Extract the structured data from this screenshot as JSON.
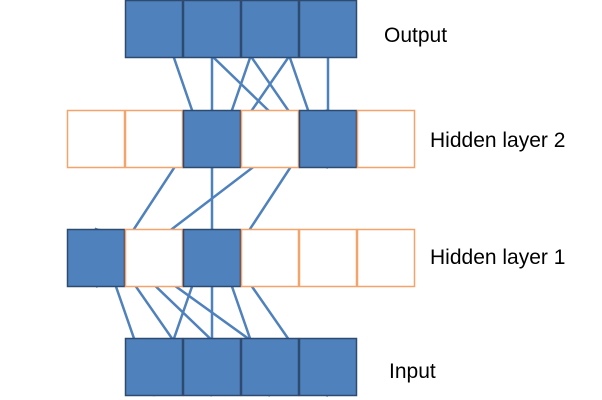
{
  "colors": {
    "active_fill": "#4f81bd",
    "active_stroke": "#2e4a6f",
    "inactive_stroke": "#f4a46a",
    "inactive_fill": "#ffffff",
    "edge": "#4f81bd"
  },
  "layers": [
    {
      "id": "output",
      "label": "Output",
      "units": [
        {
          "active": true
        },
        {
          "active": true
        },
        {
          "active": true
        },
        {
          "active": true
        }
      ]
    },
    {
      "id": "hidden2",
      "label": "Hidden layer 2",
      "units": [
        {
          "active": false
        },
        {
          "active": false
        },
        {
          "active": true
        },
        {
          "active": false
        },
        {
          "active": true
        },
        {
          "active": false
        }
      ]
    },
    {
      "id": "hidden1",
      "label": "Hidden layer 1",
      "units": [
        {
          "active": true
        },
        {
          "active": false
        },
        {
          "active": true
        },
        {
          "active": false
        },
        {
          "active": false
        },
        {
          "active": false
        }
      ]
    },
    {
      "id": "input",
      "label": "Input",
      "units": [
        {
          "active": true
        },
        {
          "active": true
        },
        {
          "active": true
        },
        {
          "active": true
        }
      ]
    }
  ],
  "connections": [
    {
      "from_layer": "input",
      "from_unit": 0,
      "to_layer": "hidden1",
      "to_unit": 0
    },
    {
      "from_layer": "input",
      "from_unit": 1,
      "to_layer": "hidden1",
      "to_unit": 0
    },
    {
      "from_layer": "input",
      "from_unit": 2,
      "to_layer": "hidden1",
      "to_unit": 0
    },
    {
      "from_layer": "input",
      "from_unit": 3,
      "to_layer": "hidden1",
      "to_unit": 0
    },
    {
      "from_layer": "input",
      "from_unit": 0,
      "to_layer": "hidden1",
      "to_unit": 2
    },
    {
      "from_layer": "input",
      "from_unit": 1,
      "to_layer": "hidden1",
      "to_unit": 2
    },
    {
      "from_layer": "input",
      "from_unit": 2,
      "to_layer": "hidden1",
      "to_unit": 2
    },
    {
      "from_layer": "input",
      "from_unit": 3,
      "to_layer": "hidden1",
      "to_unit": 2
    },
    {
      "from_layer": "hidden1",
      "from_unit": 0,
      "to_layer": "hidden2",
      "to_unit": 2
    },
    {
      "from_layer": "hidden1",
      "from_unit": 0,
      "to_layer": "hidden2",
      "to_unit": 4
    },
    {
      "from_layer": "hidden1",
      "from_unit": 2,
      "to_layer": "hidden2",
      "to_unit": 2
    },
    {
      "from_layer": "hidden1",
      "from_unit": 2,
      "to_layer": "hidden2",
      "to_unit": 4
    },
    {
      "from_layer": "hidden2",
      "from_unit": 2,
      "to_layer": "output",
      "to_unit": 0
    },
    {
      "from_layer": "hidden2",
      "from_unit": 2,
      "to_layer": "output",
      "to_unit": 1
    },
    {
      "from_layer": "hidden2",
      "from_unit": 2,
      "to_layer": "output",
      "to_unit": 2
    },
    {
      "from_layer": "hidden2",
      "from_unit": 2,
      "to_layer": "output",
      "to_unit": 3
    },
    {
      "from_layer": "hidden2",
      "from_unit": 4,
      "to_layer": "output",
      "to_unit": 0
    },
    {
      "from_layer": "hidden2",
      "from_unit": 4,
      "to_layer": "output",
      "to_unit": 1
    },
    {
      "from_layer": "hidden2",
      "from_unit": 4,
      "to_layer": "output",
      "to_unit": 2
    },
    {
      "from_layer": "hidden2",
      "from_unit": 4,
      "to_layer": "output",
      "to_unit": 3
    }
  ]
}
